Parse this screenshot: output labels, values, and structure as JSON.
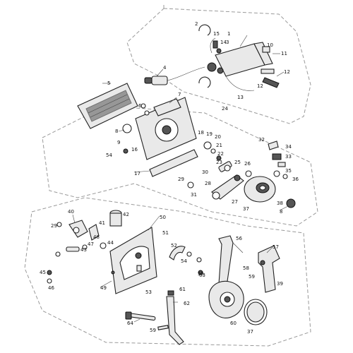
{
  "callouts": [
    {
      "id": "c2",
      "text": "2"
    },
    {
      "id": "c3",
      "text": "3"
    },
    {
      "id": "c15",
      "text": "15"
    },
    {
      "id": "c14",
      "text": "14"
    },
    {
      "id": "c1",
      "text": "1"
    },
    {
      "id": "c10",
      "text": "10"
    },
    {
      "id": "c11",
      "text": "11"
    },
    {
      "id": "c12",
      "text": "12"
    },
    {
      "id": "c13",
      "text": "13"
    },
    {
      "id": "c4",
      "text": "4"
    },
    {
      "id": "c5",
      "text": "5"
    },
    {
      "id": "c6",
      "text": "6"
    },
    {
      "id": "c7",
      "text": "7"
    },
    {
      "id": "c8",
      "text": "8"
    },
    {
      "id": "c9",
      "text": "9"
    },
    {
      "id": "c54a",
      "text": "54"
    },
    {
      "id": "c16",
      "text": "16"
    },
    {
      "id": "c17",
      "text": "17"
    },
    {
      "id": "c18",
      "text": "18"
    },
    {
      "id": "c19",
      "text": "19"
    },
    {
      "id": "c20",
      "text": "20"
    },
    {
      "id": "c21",
      "text": "21"
    },
    {
      "id": "c22",
      "text": "22"
    },
    {
      "id": "c23",
      "text": "23"
    },
    {
      "id": "c24",
      "text": "24"
    },
    {
      "id": "c25",
      "text": "25"
    },
    {
      "id": "c26",
      "text": "26"
    },
    {
      "id": "c27",
      "text": "27"
    },
    {
      "id": "c28",
      "text": "28"
    },
    {
      "id": "c29a",
      "text": "29"
    },
    {
      "id": "c30",
      "text": "30"
    },
    {
      "id": "c31",
      "text": "31"
    },
    {
      "id": "c32",
      "text": "32"
    },
    {
      "id": "c33",
      "text": "33"
    },
    {
      "id": "c34",
      "text": "34"
    },
    {
      "id": "c35",
      "text": "35"
    },
    {
      "id": "c36",
      "text": "36"
    },
    {
      "id": "c37a",
      "text": "37"
    },
    {
      "id": "c38",
      "text": "38"
    },
    {
      "id": "c8b",
      "text": "8"
    },
    {
      "id": "c40",
      "text": "40"
    },
    {
      "id": "c41",
      "text": "41"
    },
    {
      "id": "c42",
      "text": "42"
    },
    {
      "id": "c43",
      "text": "43"
    },
    {
      "id": "c44",
      "text": "44"
    },
    {
      "id": "c45",
      "text": "45"
    },
    {
      "id": "c46",
      "text": "46"
    },
    {
      "id": "c47",
      "text": "47"
    },
    {
      "id": "c48",
      "text": "48"
    },
    {
      "id": "c49",
      "text": "49"
    },
    {
      "id": "c50",
      "text": "50"
    },
    {
      "id": "c51",
      "text": "51"
    },
    {
      "id": "c52",
      "text": "52"
    },
    {
      "id": "c53",
      "text": "53"
    },
    {
      "id": "c54b",
      "text": "54"
    },
    {
      "id": "c55",
      "text": "55"
    },
    {
      "id": "c56",
      "text": "56"
    },
    {
      "id": "c57",
      "text": "57"
    },
    {
      "id": "c58",
      "text": "58"
    },
    {
      "id": "c59a",
      "text": "59"
    },
    {
      "id": "c59b",
      "text": "59"
    },
    {
      "id": "c60",
      "text": "60"
    },
    {
      "id": "c61",
      "text": "61"
    },
    {
      "id": "c62",
      "text": "62"
    },
    {
      "id": "c63",
      "text": "63"
    },
    {
      "id": "c64",
      "text": "64"
    },
    {
      "id": "c29b",
      "text": "29"
    },
    {
      "id": "c37b",
      "text": "37"
    },
    {
      "id": "c39",
      "text": "39"
    },
    {
      "id": "c12b",
      "text": "12"
    }
  ]
}
